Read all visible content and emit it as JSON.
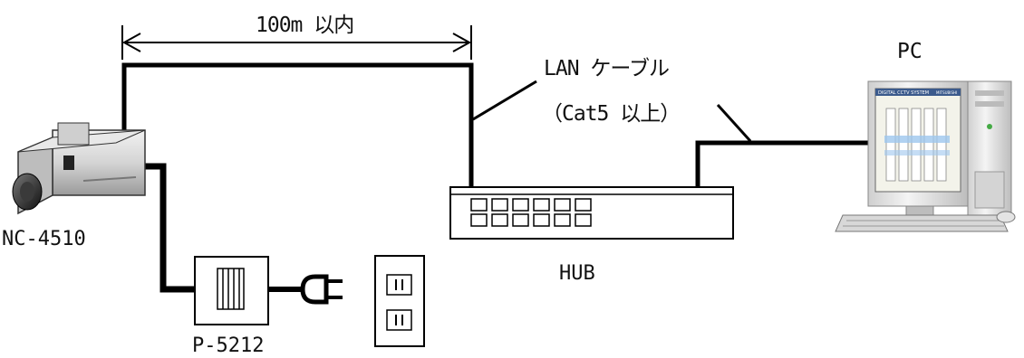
{
  "diagram": {
    "distance_label": "100m 以内",
    "cable_label": "LAN ケーブル",
    "cable_spec_label": "（Cat5 以上）",
    "pc_label": "PC",
    "camera_label": "NC-4510",
    "hub_label": "HUB",
    "power_supply_label": "P-5212"
  },
  "pc_screen": {
    "title_text": "DIGITAL CCTV SYSTEM",
    "brand_text": "MITSUBISHI"
  },
  "colors": {
    "line": "#000000",
    "camera_body": "#d6d6d6",
    "pc_case": "#ececec",
    "screen_bg": "#f3f3ea"
  }
}
